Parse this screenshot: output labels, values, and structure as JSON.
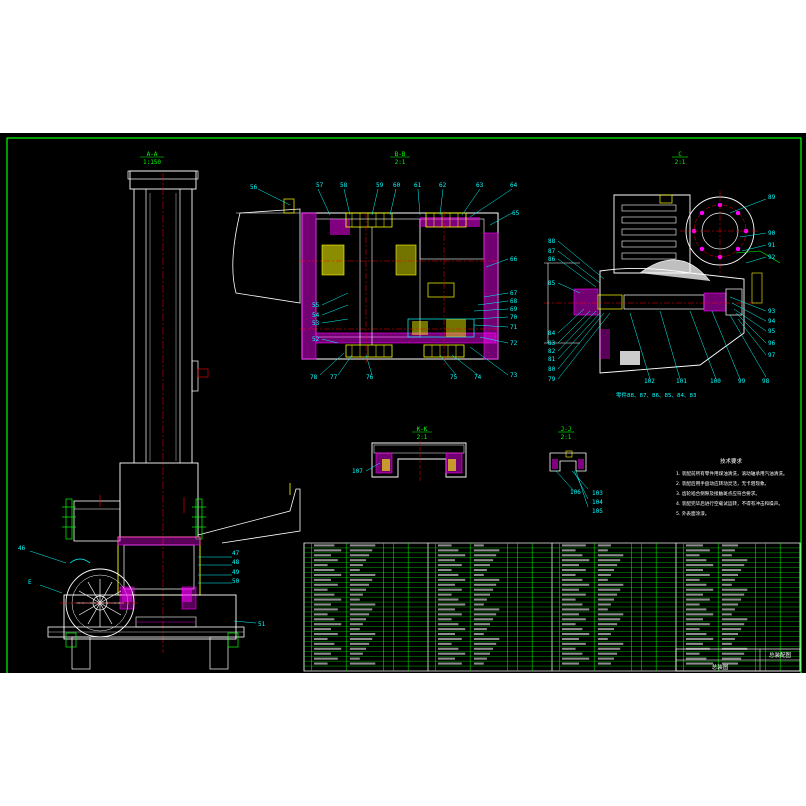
{
  "colors": {
    "background": "#000000",
    "frame": "#00ff00",
    "outline": "#ffffff",
    "hatch": "#ff00ff",
    "centerline": "#ff0000",
    "leader": "#00ffff",
    "part": "#ffff00",
    "label": "#00ffff"
  },
  "views": {
    "aa": {
      "title": "A-A",
      "scale": "1:150"
    },
    "bb": {
      "title": "B-B",
      "scale": "2:1"
    },
    "cc": {
      "title": "C",
      "scale": "2:1"
    },
    "kk": {
      "title": "K-K",
      "scale": "2:1"
    },
    "jj": {
      "title": "J-J",
      "scale": "2:1"
    }
  },
  "balloons": {
    "bb_top": [
      "57",
      "58",
      "59",
      "60",
      "61",
      "62",
      "63",
      "64"
    ],
    "bb_right": [
      "65",
      "66",
      "67",
      "68",
      "69",
      "70",
      "71",
      "72",
      "73"
    ],
    "bb_left": [
      "55",
      "54",
      "53",
      "52"
    ],
    "bb_bottom": [
      "78",
      "77",
      "76",
      "75",
      "74"
    ],
    "bb_feed": "56",
    "cc_left": [
      "88",
      "87",
      "86",
      "85",
      "84",
      "83",
      "82",
      "81",
      "80",
      "79"
    ],
    "cc_right": [
      "89",
      "90",
      "91",
      "92",
      "93",
      "94",
      "95",
      "96",
      "97"
    ],
    "cc_bottom": [
      "102",
      "101",
      "100",
      "99",
      "98"
    ],
    "aa": [
      "46",
      "47",
      "48",
      "49",
      "50",
      "51"
    ],
    "aa_e": "E",
    "kk": "107",
    "jj": [
      "103",
      "104",
      "105",
      "106"
    ]
  },
  "notes": {
    "title": "技术要求",
    "lines": [
      "1. 装配前所有零件用煤油清洗，滚动轴承用汽油清洗。",
      "2. 装配后用手盘动应转动灵活，无卡阻现象。",
      "3. 齿轮啮合侧隙及接触斑点应符合要求。",
      "4. 装配完毕后进行空载试运转，不得有冲击和噪声。",
      "5. 外表面涂漆。"
    ]
  },
  "cc_note": "零件88、87、86、85、84、83",
  "titleblock": {
    "name": "总装配图",
    "drawing": "总装图"
  }
}
